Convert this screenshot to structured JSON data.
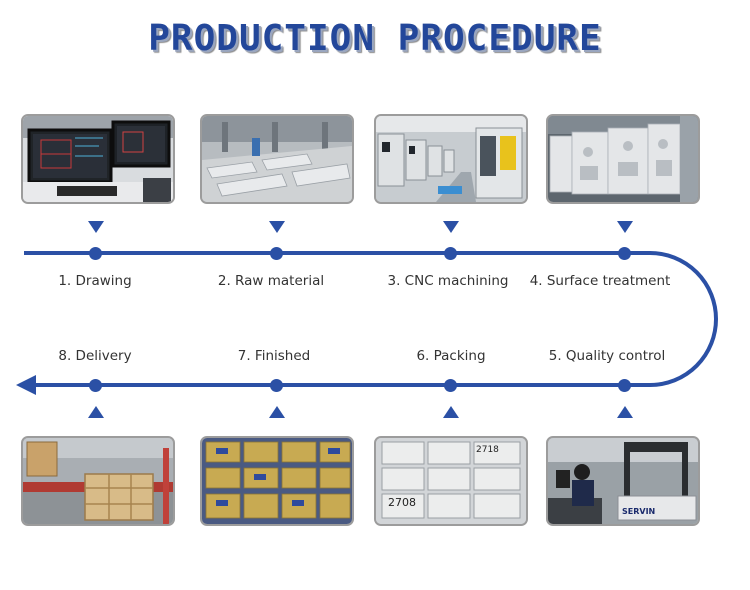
{
  "title": "PRODUCTION PROCEDURE",
  "steps_top": [
    {
      "label": "1. Drawing"
    },
    {
      "label": "2. Raw material"
    },
    {
      "label": "3. CNC machining"
    },
    {
      "label": "4. Surface treatment"
    }
  ],
  "steps_bottom": [
    {
      "label": "8. Delivery"
    },
    {
      "label": "7. Finished"
    },
    {
      "label": "6. Packing"
    },
    {
      "label": "5. Quality control"
    }
  ],
  "photo_text": {
    "packing_box_a": "2718",
    "packing_box_b": "2708",
    "inspection_brand": "SERVIN"
  },
  "colors": {
    "flow_line": "#2b50a5",
    "title": "#23479a"
  }
}
